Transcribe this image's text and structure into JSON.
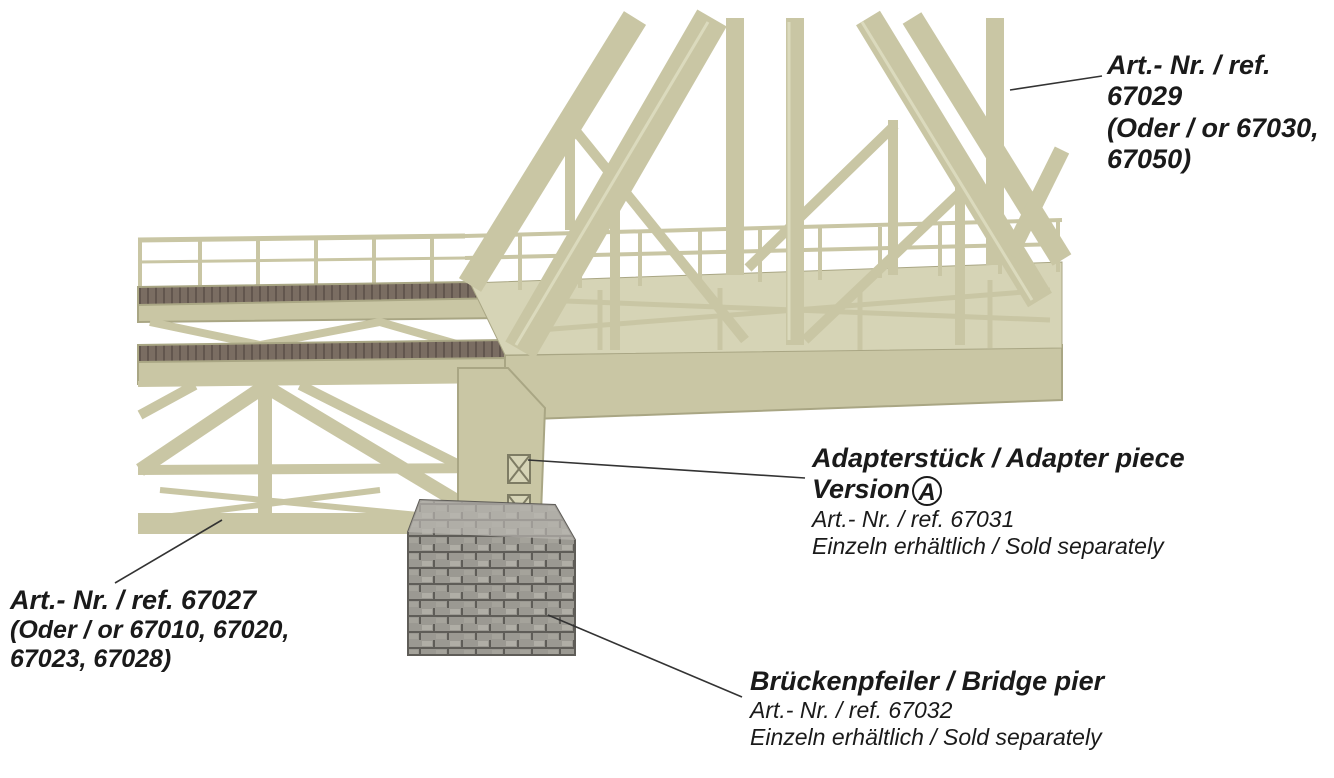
{
  "labels": {
    "top_ref": {
      "line1": "Art.- Nr. / ref.",
      "line2": "67029",
      "line3": "(Oder / or 67030,",
      "line4": "67050)"
    },
    "adapter": {
      "title": "Adapterstück / Adapter piece",
      "version_word": "Version",
      "version_letter": "A",
      "ref": "Art.- Nr. / ref. 67031",
      "note": "Einzeln erhältlich / Sold separately"
    },
    "left_ref": {
      "line1": "Art.- Nr. / ref. 67027",
      "line2": "(Oder / or 67010, 67020,",
      "line3": "67023, 67028)"
    },
    "pier": {
      "title": "Brückenpfeiler / Bridge pier",
      "ref": "Art.- Nr. / ref. 67032",
      "note": "Einzeln erhältlich / Sold separately"
    }
  },
  "colors": {
    "steel": "#c9c6a4",
    "steel_dark": "#a9a684",
    "steel_light": "#deddc0",
    "deck": "#7a6d62",
    "stone": "#98968f",
    "stone_dark": "#6f6d68",
    "leader": "#333333"
  }
}
